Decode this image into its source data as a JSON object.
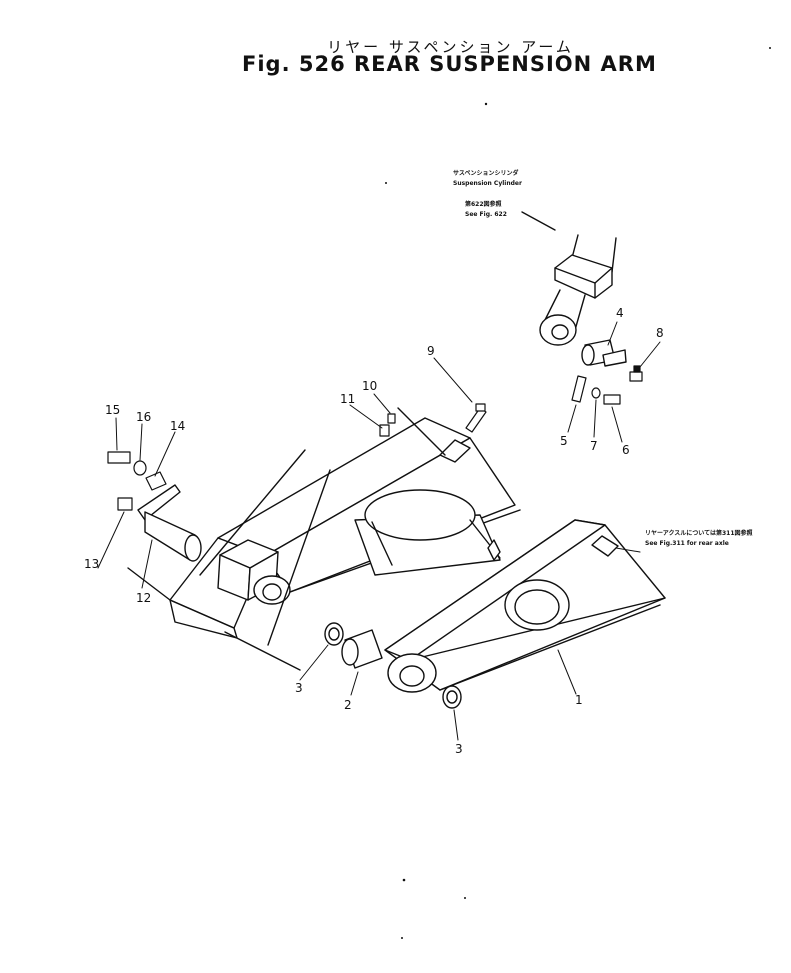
{
  "figure": {
    "title_jp": "リヤー サスペンション アーム",
    "title_en": "Fig. 526  REAR SUSPENSION ARM"
  },
  "notes": {
    "cylinder_jp": "サスペンションシリンダ",
    "cylinder_en": "Suspension Cylinder",
    "cylinder_ref_jp": "第622図参照",
    "cylinder_ref_en": "See Fig. 622",
    "axle_jp": "リヤーアクスルについては第311図参照",
    "axle_en": "See Fig.311 for rear axle"
  },
  "callouts": {
    "c1": "1",
    "c2": "2",
    "c3a": "3",
    "c3b": "3",
    "c4": "4",
    "c5": "5",
    "c6": "6",
    "c7": "7",
    "c8": "8",
    "c9": "9",
    "c10": "10",
    "c11": "11",
    "c12": "12",
    "c13": "13",
    "c14": "14",
    "c15": "15",
    "c16": "16"
  }
}
